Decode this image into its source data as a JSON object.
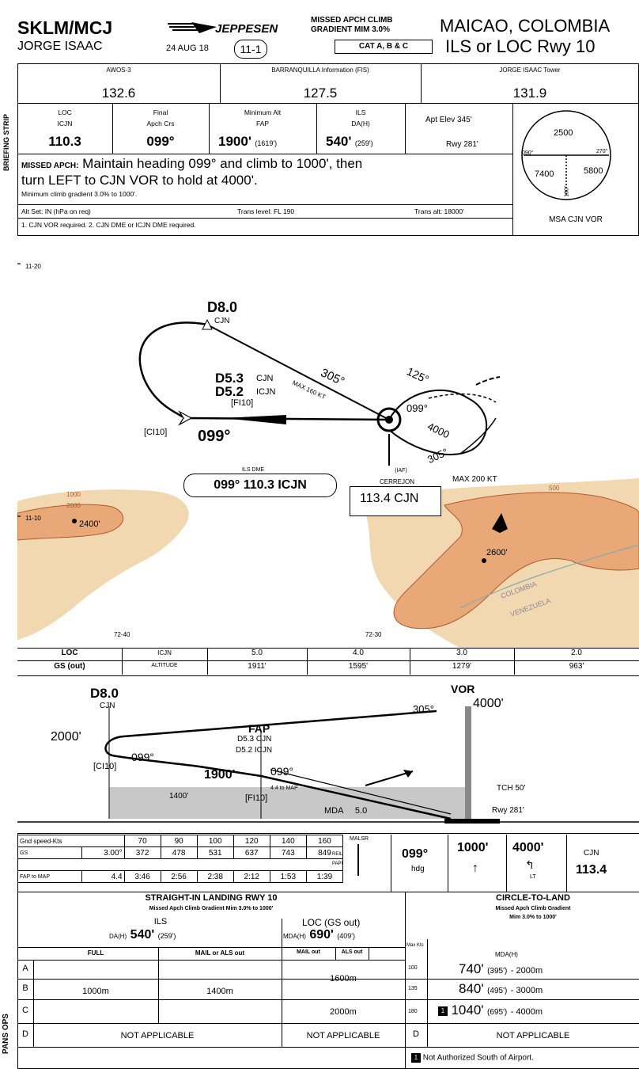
{
  "header": {
    "ident": "SKLM/MCJ",
    "airport_name": "JORGE ISAAC",
    "publisher": "JEPPESEN",
    "date": "24 AUG 18",
    "page_number": "11-1",
    "climb_note_line1": "MISSED APCH CLIMB",
    "climb_note_line2": "GRADIENT MIM 3.0%",
    "category": "CAT A, B & C",
    "location": "MAICAO, COLOMBIA",
    "procedure": "ILS or LOC Rwy 10"
  },
  "comms": [
    {
      "label": "AWOS-3",
      "freq": "132.6"
    },
    {
      "label": "BARRANQUILLA Information (FIS)",
      "freq": "127.5"
    },
    {
      "label": "JORGE ISAAC Tower",
      "freq": "131.9"
    }
  ],
  "briefing": {
    "side_label": "BRIEFING STRIP",
    "loc_label": "LOC",
    "loc_ident": "ICJN",
    "loc_freq": "110.3",
    "final_label": "Final",
    "final_sub": "Apch Crs",
    "final_crs": "099°",
    "minalt_label": "Minimum Alt",
    "minalt_sub": "FAP",
    "minalt_val": "1900'",
    "minalt_paren": "(1619')",
    "ils_label": "ILS",
    "ils_sub": "DA(H)",
    "ils_val": "540'",
    "ils_paren": "(259')",
    "apt_elev": "Apt Elev  345'",
    "rwy_elev": "Rwy  281'",
    "missed_label": "MISSED APCH:",
    "missed_text": "Maintain heading 099° and climb to 1000', then",
    "missed_text2": "turn LEFT to CJN VOR to hold at 4000'.",
    "min_climb": "Minimum climb gradient 3.0% to 1000'.",
    "alt_set": "Alt Set: IN (hPa on req)",
    "trans_level": "Trans level: FL 190",
    "trans_alt": "Trans alt: 18000'",
    "notes": "1. CJN VOR required. 2. CJN DME or ICJN DME required."
  },
  "msa": {
    "alt_top": "2500",
    "alt_left": "7400",
    "alt_right": "5800",
    "brg_left": "090°",
    "brg_right": "270°",
    "brg_bottom": "180°",
    "label": "MSA CJN VOR"
  },
  "plan": {
    "lat_top": "11-20",
    "lat_mid": "11-10",
    "lon_left": "72-40",
    "lon_right": "72-30",
    "d80": "D8.0",
    "d80_sub": "CJN",
    "d53": "D5.3",
    "d53_cjn": "CJN",
    "d52": "D5.2",
    "d52_icjn": "ICJN",
    "fi10": "[FI10]",
    "ci10": "[CI10]",
    "crs": "099°",
    "outbound": "305°",
    "max_kt_plan": "MAX 160 KT",
    "hold_in": "125°",
    "hold_099": "099°",
    "hold_alt": "4000",
    "hold_305": "305°",
    "max200": "MAX 200 KT",
    "ils_dme_label": "ILS DME",
    "ils_box": "099° 110.3 ICJN",
    "iaf": "(IAF)",
    "vor_name": "CERREJON",
    "vor_box": "113.4 CJN",
    "elev1": "2400'",
    "elev2": "2600'",
    "contour1000": "1000",
    "contour2000": "2000",
    "contour500": "500",
    "country1": "COLOMBIA",
    "country2": "VENEZUELA"
  },
  "dme_table": {
    "h1": [
      "LOC",
      "ICJN",
      "5.0",
      "4.0",
      "3.0",
      "2.0"
    ],
    "h2": [
      "GS (out)",
      "ALTITUDE",
      "1911'",
      "1595'",
      "1279'",
      "963'"
    ]
  },
  "profile": {
    "d80": "D8.0",
    "d80_sub": "CJN",
    "alt2000": "2000'",
    "ci10": "[CI10]",
    "crs099a": "099°",
    "fap": "FAP",
    "fap_d53": "D5.3 CJN",
    "fap_d52": "D5.2 ICJN",
    "alt1900": "1900'",
    "crs099b": "099°",
    "fi10": "[FI10]",
    "alt1400": "1400'",
    "gs_map": "4.4 to MAP",
    "mda": "MDA",
    "mda_d": "5.0",
    "vor": "VOR",
    "alt4000": "4000'",
    "crs305": "305°",
    "tch": "TCH 50'",
    "rwy": "Rwy 281'"
  },
  "speed_table": {
    "h_label": "Gnd speed-Kts",
    "speeds": [
      "70",
      "90",
      "100",
      "120",
      "140",
      "160"
    ],
    "gs_label": "GS",
    "gs_angle": "3.00°",
    "gs_vals": [
      "372",
      "478",
      "531",
      "637",
      "743",
      "849"
    ],
    "map_label": "FAP to MAP",
    "map_dist": "4.4",
    "map_vals": [
      "3:46",
      "2:56",
      "2:38",
      "2:12",
      "1:53",
      "1:39"
    ],
    "malsr": "MALSR",
    "rel": "REIL",
    "papi": "PAPI",
    "hdg": "099°",
    "hdg_lbl": "hdg",
    "alt1000": "1000'",
    "alt4000": "4000'",
    "lt": "LT",
    "cjn": "CJN",
    "cjn_freq": "113.4"
  },
  "minimums": {
    "straight_title": "STRAIGHT-IN LANDING RWY 10",
    "straight_sub": "Missed Apch Climb Gradient Mim 3.0% to 1000'",
    "ils": "ILS",
    "ils_da": "DA(H)",
    "ils_da_val": "540'",
    "ils_da_paren": "(259')",
    "loc": "LOC (GS out)",
    "loc_mda": "MDA(H)",
    "loc_mda_val": "690'",
    "loc_mda_paren": "(409')",
    "full": "FULL",
    "malf": "MAIL or ALS out",
    "malf2": "MAIL out",
    "alsout": "ALS out",
    "cats": [
      "A",
      "B",
      "C",
      "D"
    ],
    "vis_full": "1000m",
    "vis_malf": "1400m",
    "loc_ab": "1600m",
    "loc_c": "2000m",
    "na": "NOT APPLICABLE",
    "circle_title": "CIRCLE-TO-LAND",
    "circle_sub": "Missed Apch Climb Gradient",
    "circle_sub2": "Mim 3.0% to 1000'",
    "max_kts": "Max Kts",
    "mdah": "MDA(H)",
    "circ": [
      {
        "kts": "100",
        "val": "740'",
        "paren": "(395')",
        "vis": "- 2000m"
      },
      {
        "kts": "135",
        "val": "840'",
        "paren": "(495')",
        "vis": "- 3000m"
      },
      {
        "kts": "180",
        "val": "1040'",
        "paren": "(695')",
        "vis": "- 4000m"
      }
    ],
    "circ_d": "D",
    "note": "Not Authorized South of Airport.",
    "pans": "PANS OPS"
  }
}
